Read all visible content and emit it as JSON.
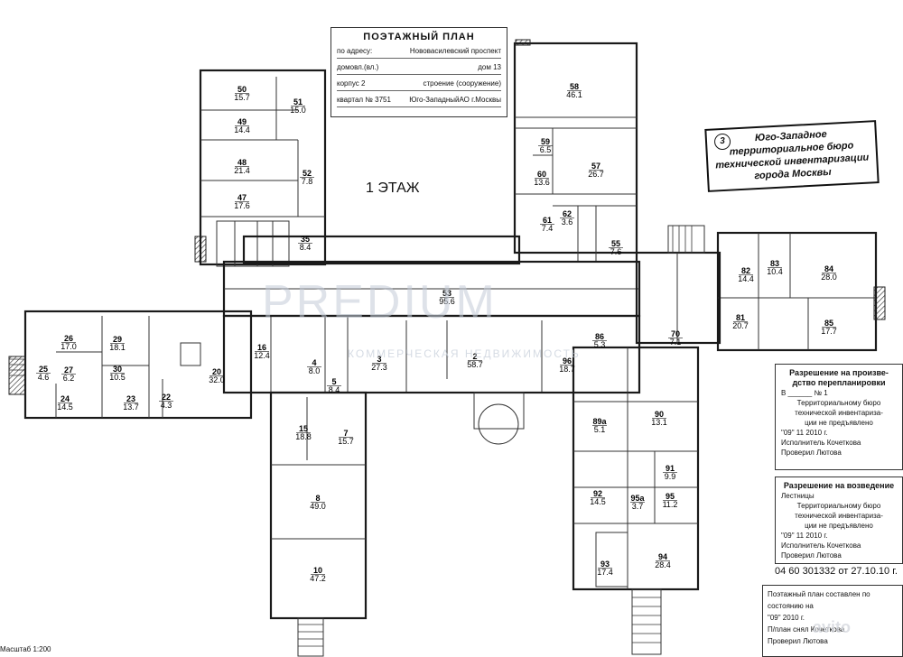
{
  "header": {
    "title": "ПОЭТАЖНЫЙ ПЛАН",
    "address_label": "по адресу:",
    "address_value": "Нововасилевский проспект",
    "house_label": "домовл.(вл.)",
    "dom_label": "дом",
    "dom_value": "13",
    "korpus_label": "корпус",
    "korpus_value": "2",
    "stroenie_label": "строение (сооружение)",
    "kvartal_label": "квартал №",
    "kvartal_value": "3751",
    "ao_value": "Юго-ЗападныйАО г.Москвы"
  },
  "floor_label": "1 ЭТАЖ",
  "bti_stamp": {
    "circle_num": "3",
    "line1": "Юго-Западное",
    "line2": "территориальное бюро",
    "line3": "технической инвентаризации",
    "line4": "города Москвы"
  },
  "approval_1": {
    "title1": "Разрешение на произве-",
    "title2": "дство перепланировки",
    "ref": "В ______ № 1",
    "org1": "Территориальному бюро",
    "org2": "технической инвентариза-",
    "org3": "ции не предъявлено",
    "date": "\"09\" 11 2010 г.",
    "executor": "Исполнитель Кочеткова",
    "checked": "Проверил Лютова"
  },
  "approval_2": {
    "title": "Разрешение на возведение",
    "ref": "Лестницы",
    "org1": "Территориальному бюро",
    "org2": "технической инвентариза-",
    "org3": "ции не предъявлено",
    "date": "\"09\" 11 2010 г.",
    "executor": "Исполнитель Кочеткова",
    "checked": "Проверил Лютова"
  },
  "registration": "04 60 301332 от 27.10.10 г.",
  "bottom_box": {
    "line1": "Поэтажный план составлен по состоянию на",
    "line2": "\"09\" 2010 г.",
    "line3": "П/план снял Кочеткова",
    "line4": "Проверил Лютова"
  },
  "bottom_left": "Масштаб 1:200",
  "watermark": "PREDIUM",
  "watermark_sub": "КОММЕРЧЕСКАЯ НЕДВИЖИМОСТЬ",
  "avito": "avito",
  "rooms": [
    {
      "num": "50",
      "area": "15.7"
    },
    {
      "num": "51",
      "area": "15.0"
    },
    {
      "num": "49",
      "area": "14.4"
    },
    {
      "num": "48",
      "area": "21.4"
    },
    {
      "num": "52",
      "area": "7.8"
    },
    {
      "num": "47",
      "area": "17.6"
    },
    {
      "num": "35",
      "area": "8.4"
    },
    {
      "num": "58",
      "area": "46.1"
    },
    {
      "num": "59",
      "area": "6.5"
    },
    {
      "num": "60",
      "area": "13.6"
    },
    {
      "num": "57",
      "area": "26.7"
    },
    {
      "num": "62",
      "area": "3.6"
    },
    {
      "num": "61",
      "area": "7.4"
    },
    {
      "num": "53",
      "area": "95.6"
    },
    {
      "num": "26",
      "area": "17.0"
    },
    {
      "num": "25",
      "area": "4.6"
    },
    {
      "num": "27",
      "area": "6.2"
    },
    {
      "num": "29",
      "area": "18.1"
    },
    {
      "num": "30",
      "area": "10.5"
    },
    {
      "num": "24",
      "area": "14.5"
    },
    {
      "num": "23",
      "area": "13.7"
    },
    {
      "num": "22",
      "area": "4.3"
    },
    {
      "num": "20",
      "area": "32.0"
    },
    {
      "num": "16",
      "area": "12.4"
    },
    {
      "num": "4",
      "area": "8.0"
    },
    {
      "num": "5",
      "area": "8.4"
    },
    {
      "num": "3",
      "area": "27.3"
    },
    {
      "num": "2",
      "area": "58.7"
    },
    {
      "num": "96",
      "area": "18.7"
    },
    {
      "num": "86",
      "area": "5.3"
    },
    {
      "num": "15",
      "area": "18.8"
    },
    {
      "num": "7",
      "area": "15.7"
    },
    {
      "num": "8",
      "area": "49.0"
    },
    {
      "num": "10",
      "area": "47.2"
    },
    {
      "num": "82",
      "area": "14.4"
    },
    {
      "num": "83",
      "area": "10.4"
    },
    {
      "num": "84",
      "area": "28.0"
    },
    {
      "num": "81",
      "area": "20.7"
    },
    {
      "num": "85",
      "area": "17.7"
    },
    {
      "num": "70",
      "area": "7.1"
    },
    {
      "num": "90",
      "area": "13.1"
    },
    {
      "num": "89a",
      "area": "5.1"
    },
    {
      "num": "91",
      "area": "9.9"
    },
    {
      "num": "92",
      "area": "14.5"
    },
    {
      "num": "95a",
      "area": "3.7"
    },
    {
      "num": "95",
      "area": "11.2"
    },
    {
      "num": "93",
      "area": "17.4"
    },
    {
      "num": "94",
      "area": "28.4"
    },
    {
      "num": "55",
      "area": "7.6"
    }
  ]
}
